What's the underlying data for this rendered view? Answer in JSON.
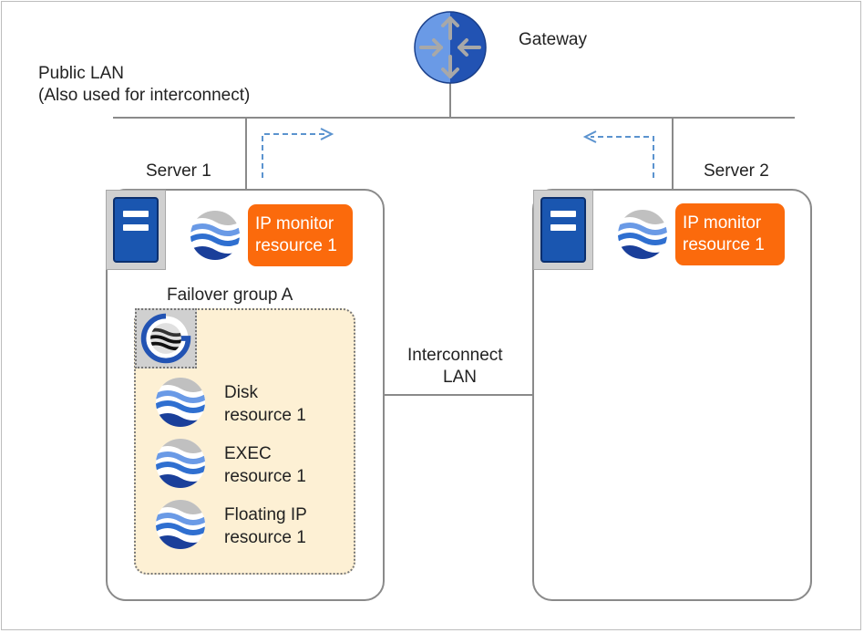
{
  "gateway": {
    "label": "Gateway"
  },
  "public_lan": {
    "line1": "Public LAN",
    "line2": "(Also used for interconnect)"
  },
  "interconnect": {
    "line1": "Interconnect",
    "line2": "LAN"
  },
  "servers": [
    {
      "label": "Server 1",
      "monitor": {
        "line1": "IP monitor",
        "line2": "resource 1"
      }
    },
    {
      "label": "Server 2",
      "monitor": {
        "line1": "IP monitor",
        "line2": "resource 1"
      }
    }
  ],
  "failover_group": {
    "label": "Failover group A",
    "resources": [
      {
        "line1": "Disk",
        "line2": "resource 1"
      },
      {
        "line1": "EXEC",
        "line2": "resource 1"
      },
      {
        "line1": "Floating IP",
        "line2": "resource 1"
      }
    ]
  },
  "colors": {
    "monitor_box": "#fb6a0c",
    "server_tower": "#1a56b0",
    "group_fill": "#fdf0d4",
    "arrow": "#5b93cf",
    "line": "#8a8a8a"
  },
  "icons": [
    "router-icon",
    "server-icon",
    "resource-icon",
    "group-icon"
  ]
}
